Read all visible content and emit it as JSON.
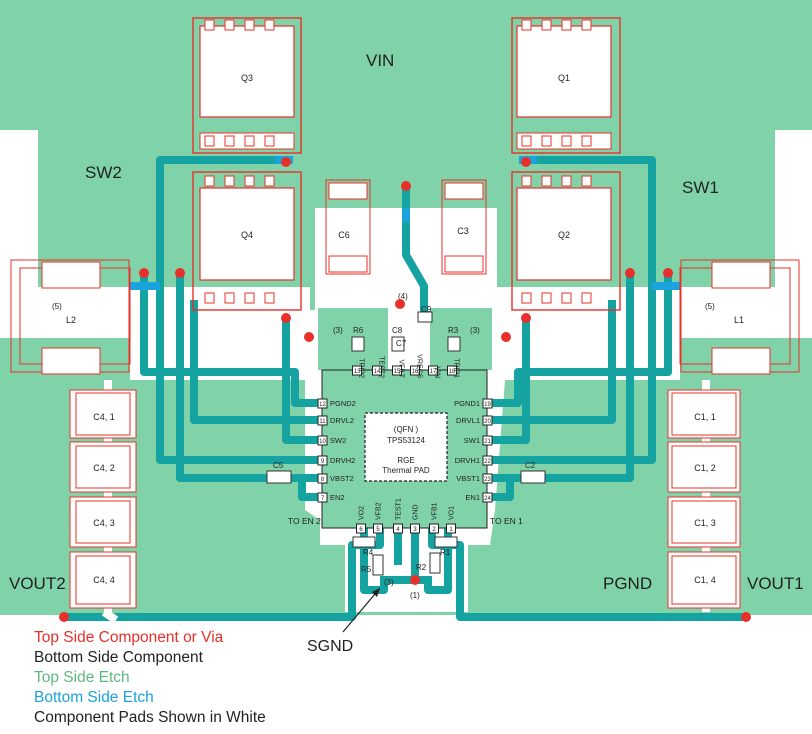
{
  "nets": {
    "vin": "VIN",
    "sw1": "SW1",
    "sw2": "SW2",
    "vout1": "VOUT1",
    "vout2": "VOUT2",
    "pgnd": "PGND",
    "sgnd": "SGND",
    "to_en1": "TO EN 1",
    "to_en2": "TO EN 2"
  },
  "components": {
    "q1": "Q1",
    "q2": "Q2",
    "q3": "Q3",
    "q4": "Q4",
    "c3": "C3",
    "c6": "C6",
    "l1": "L1",
    "l2": "L2",
    "l1_note": "(5)",
    "l2_note": "(5)",
    "c1_1": "C1, 1",
    "c1_2": "C1, 2",
    "c1_3": "C1, 3",
    "c1_4": "C1, 4",
    "c4_1": "C4, 1",
    "c4_2": "C4, 2",
    "c4_3": "C4, 3",
    "c4_4": "C4, 4",
    "c2": "C2",
    "c5": "C5",
    "c7": "C7",
    "c8": "C8",
    "c9": "C9",
    "r1": "R1",
    "r2": "R2",
    "r3": "R3",
    "r4": "R4",
    "r5": "R5",
    "r6": "R6",
    "note3_left": "(3)",
    "note3_right": "(3)",
    "note3_bottom": "(3)",
    "note1": "(1)",
    "note4": "(4)"
  },
  "ic": {
    "package": "(QFN )",
    "part": "TPS53124",
    "pad_line1": "RGE",
    "pad_line2": "Thermal PAD",
    "left_pins": [
      {
        "num": "12",
        "name": "PGND2"
      },
      {
        "num": "11",
        "name": "DRVL2"
      },
      {
        "num": "10",
        "name": "SW2"
      },
      {
        "num": "9",
        "name": "DRVH2"
      },
      {
        "num": "8",
        "name": "VBST2"
      },
      {
        "num": "7",
        "name": "EN2"
      }
    ],
    "right_pins": [
      {
        "num": "19",
        "name": "PGND1"
      },
      {
        "num": "20",
        "name": "DRVL1"
      },
      {
        "num": "21",
        "name": "SW1"
      },
      {
        "num": "22",
        "name": "DRVH1"
      },
      {
        "num": "23",
        "name": "VBST1"
      },
      {
        "num": "24",
        "name": "EN1"
      }
    ],
    "top_pins": [
      {
        "num": "13",
        "name": "TRIP2"
      },
      {
        "num": "14",
        "name": "TEST2"
      },
      {
        "num": "15",
        "name": "VFILT"
      },
      {
        "num": "16",
        "name": "VREG5"
      },
      {
        "num": "17",
        "name": "VIN"
      },
      {
        "num": "18",
        "name": "TRIP1"
      }
    ],
    "bottom_pins": [
      {
        "num": "6",
        "name": "VO2"
      },
      {
        "num": "5",
        "name": "VFB2"
      },
      {
        "num": "4",
        "name": "TEST1"
      },
      {
        "num": "3",
        "name": "GND"
      },
      {
        "num": "2",
        "name": "VFB1"
      },
      {
        "num": "1",
        "name": "VO1"
      }
    ]
  },
  "legend": [
    {
      "text": "Top Side Component or Via",
      "color": "#e8302a"
    },
    {
      "text": "Bottom Side Component",
      "color": "#222222"
    },
    {
      "text": "Top Side Etch",
      "color": "#5fb880"
    },
    {
      "text": "Bottom Side Etch",
      "color": "#1aa3dc"
    },
    {
      "text": "Component Pads Shown in White",
      "color": "#222222"
    }
  ],
  "colors": {
    "copper_top": "#80d3a8",
    "trace_top": "#14a3a0",
    "trace_bottom": "#1aa3dc",
    "component": "#e8302a",
    "pad": "#ffffff"
  }
}
